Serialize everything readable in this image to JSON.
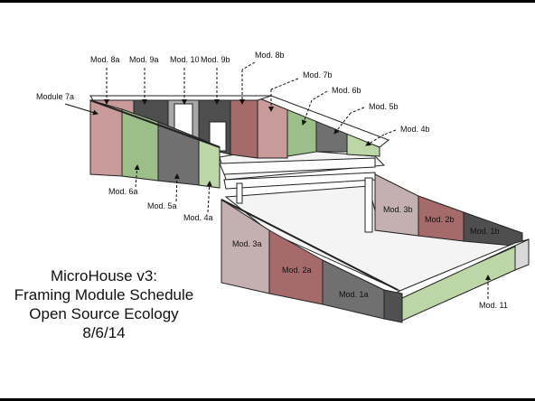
{
  "title_lines": [
    "MicroHouse v3:",
    "Framing Module Schedule",
    "Open Source Ecology",
    "8/6/14"
  ],
  "labels": {
    "module_7a": "Module 7a",
    "mod_8a": "Mod. 8a",
    "mod_9a": "Mod. 9a",
    "mod_10": "Mod. 10",
    "mod_9b": "Mod. 9b",
    "mod_8b": "Mod. 8b",
    "mod_7b": "Mod. 7b",
    "mod_6b": "Mod. 6b",
    "mod_5b": "Mod. 5b",
    "mod_4b": "Mod. 4b",
    "mod_6a": "Mod. 6a",
    "mod_5a": "Mod. 5a",
    "mod_4a": "Mod. 4a",
    "mod_3a": "Mod. 3a",
    "mod_2a": "Mod. 2a",
    "mod_1a": "Mod. 1a",
    "mod_3b": "Mod. 3b",
    "mod_2b": "Mod. 2b",
    "mod_1b": "Mod. 1b",
    "mod_11": "Mod. 11"
  },
  "colors": {
    "pink": "#c99a9a",
    "rose": "#a66a6a",
    "green": "#9cbf8a",
    "light_green": "#bcd6a8",
    "gray": "#707070",
    "light_gray": "#a8a8a8",
    "dark_gray": "#4e4e4e",
    "mauve": "#c4b0b0",
    "floor": "#f4f4f4"
  }
}
